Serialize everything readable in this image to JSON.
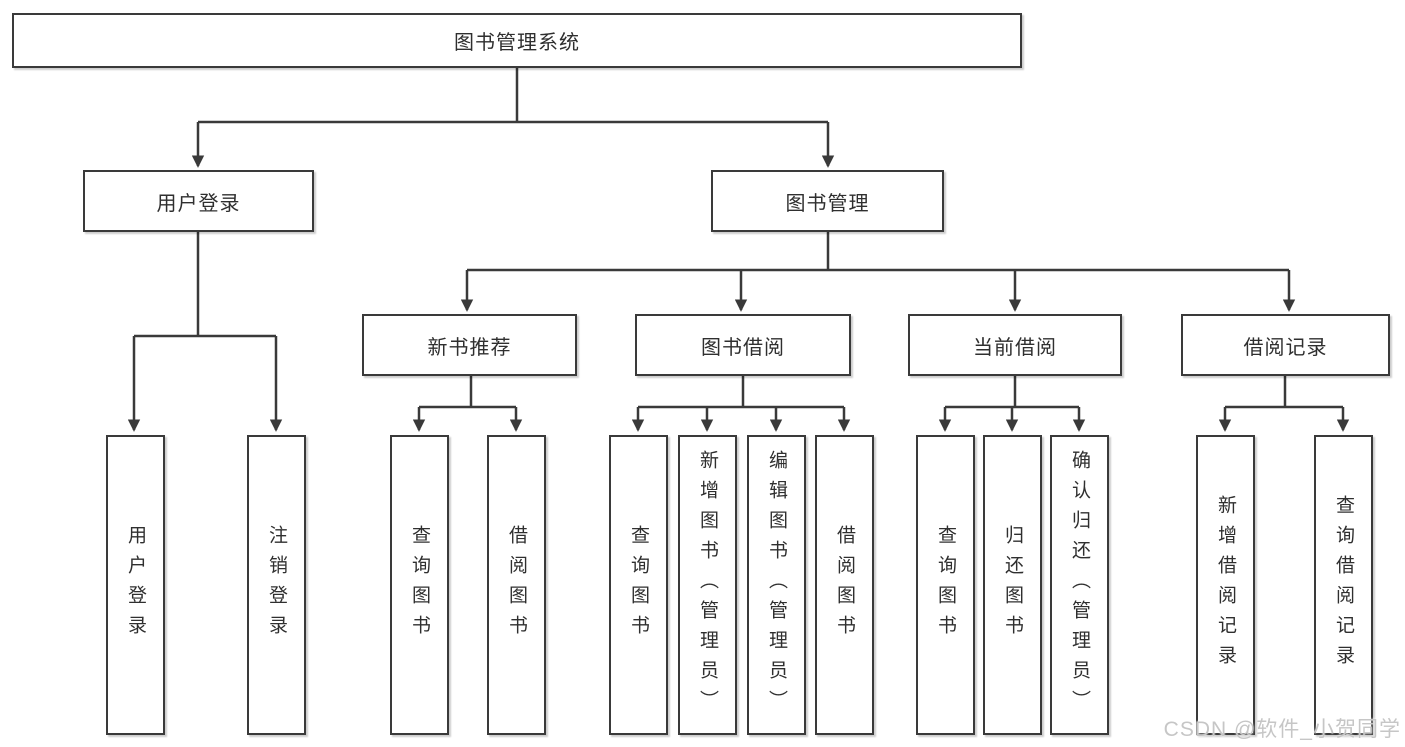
{
  "diagram": {
    "type": "hierarchy-flowchart",
    "nodes": {
      "root": {
        "label": "图书管理系统"
      },
      "user_login": {
        "label": "用户登录"
      },
      "book_mgmt": {
        "label": "图书管理"
      },
      "new_book_rec": {
        "label": "新书推荐"
      },
      "book_borrow": {
        "label": "图书借阅"
      },
      "current_borrow": {
        "label": "当前借阅"
      },
      "borrow_record": {
        "label": "借阅记录"
      },
      "leaf_user_login": {
        "label": "用户登录"
      },
      "leaf_logout": {
        "label": "注销登录"
      },
      "leaf_newbook_query": {
        "label": "查询图书"
      },
      "leaf_newbook_borrow": {
        "label": "借阅图书"
      },
      "leaf_borrow_query": {
        "label": "查询图书"
      },
      "leaf_borrow_add": {
        "label": "新增图书（管理员）"
      },
      "leaf_borrow_edit": {
        "label": "编辑图书（管理员）"
      },
      "leaf_borrow_borrow": {
        "label": "借阅图书"
      },
      "leaf_current_query": {
        "label": "查询图书"
      },
      "leaf_current_return": {
        "label": "归还图书"
      },
      "leaf_current_confirm": {
        "label": "确认归还（管理员）"
      },
      "leaf_record_add": {
        "label": "新增借阅记录"
      },
      "leaf_record_query": {
        "label": "查询借阅记录"
      }
    },
    "hierarchy": {
      "图书管理系统": {
        "用户登录": [
          "用户登录",
          "注销登录"
        ],
        "图书管理": {
          "新书推荐": [
            "查询图书",
            "借阅图书"
          ],
          "图书借阅": [
            "查询图书",
            "新增图书（管理员）",
            "编辑图书（管理员）",
            "借阅图书"
          ],
          "当前借阅": [
            "查询图书",
            "归还图书",
            "确认归还（管理员）"
          ],
          "借阅记录": [
            "新增借阅记录",
            "查询借阅记录"
          ]
        }
      }
    }
  },
  "watermark": {
    "text": "CSDN @软件_小贺同学"
  },
  "colors": {
    "line": "#3a3a3a",
    "box_background": "#ffffff",
    "node_text": "#2f2f2f",
    "watermark_text": "#c6c6c6"
  }
}
